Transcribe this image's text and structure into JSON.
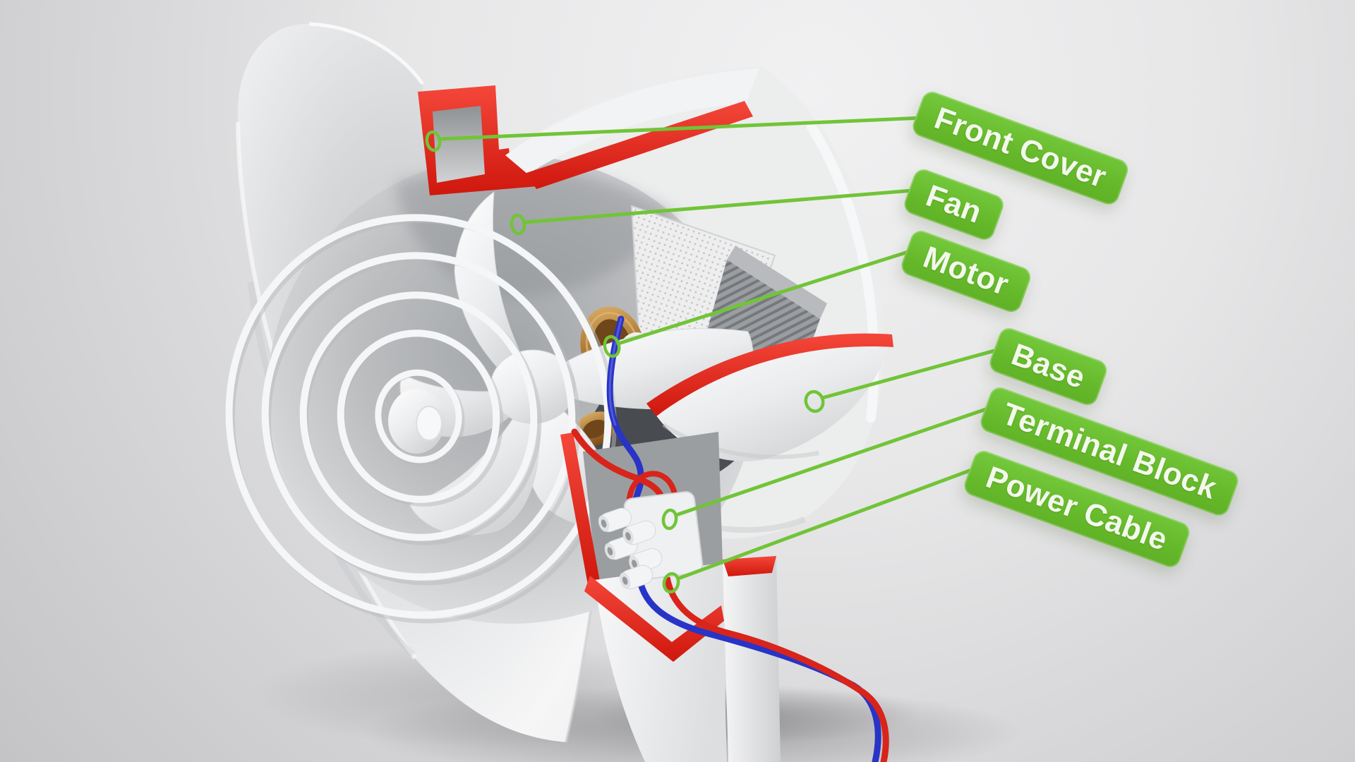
{
  "labels": [
    {
      "id": "front-cover",
      "text": "Front Cover"
    },
    {
      "id": "fan",
      "text": "Fan"
    },
    {
      "id": "motor",
      "text": "Motor"
    },
    {
      "id": "base",
      "text": "Base"
    },
    {
      "id": "terminal-block",
      "text": "Terminal Block"
    },
    {
      "id": "power-cable",
      "text": "Power Cable"
    }
  ],
  "colors": {
    "label_background": "#67ba2c",
    "label_text": "#f3f8ec",
    "callout_line": "#71c437",
    "cut_highlight_red": "#e02015",
    "wire_blue": "#2834c6",
    "wire_red": "#d8241a",
    "background_gray": "#e7e7e8"
  }
}
